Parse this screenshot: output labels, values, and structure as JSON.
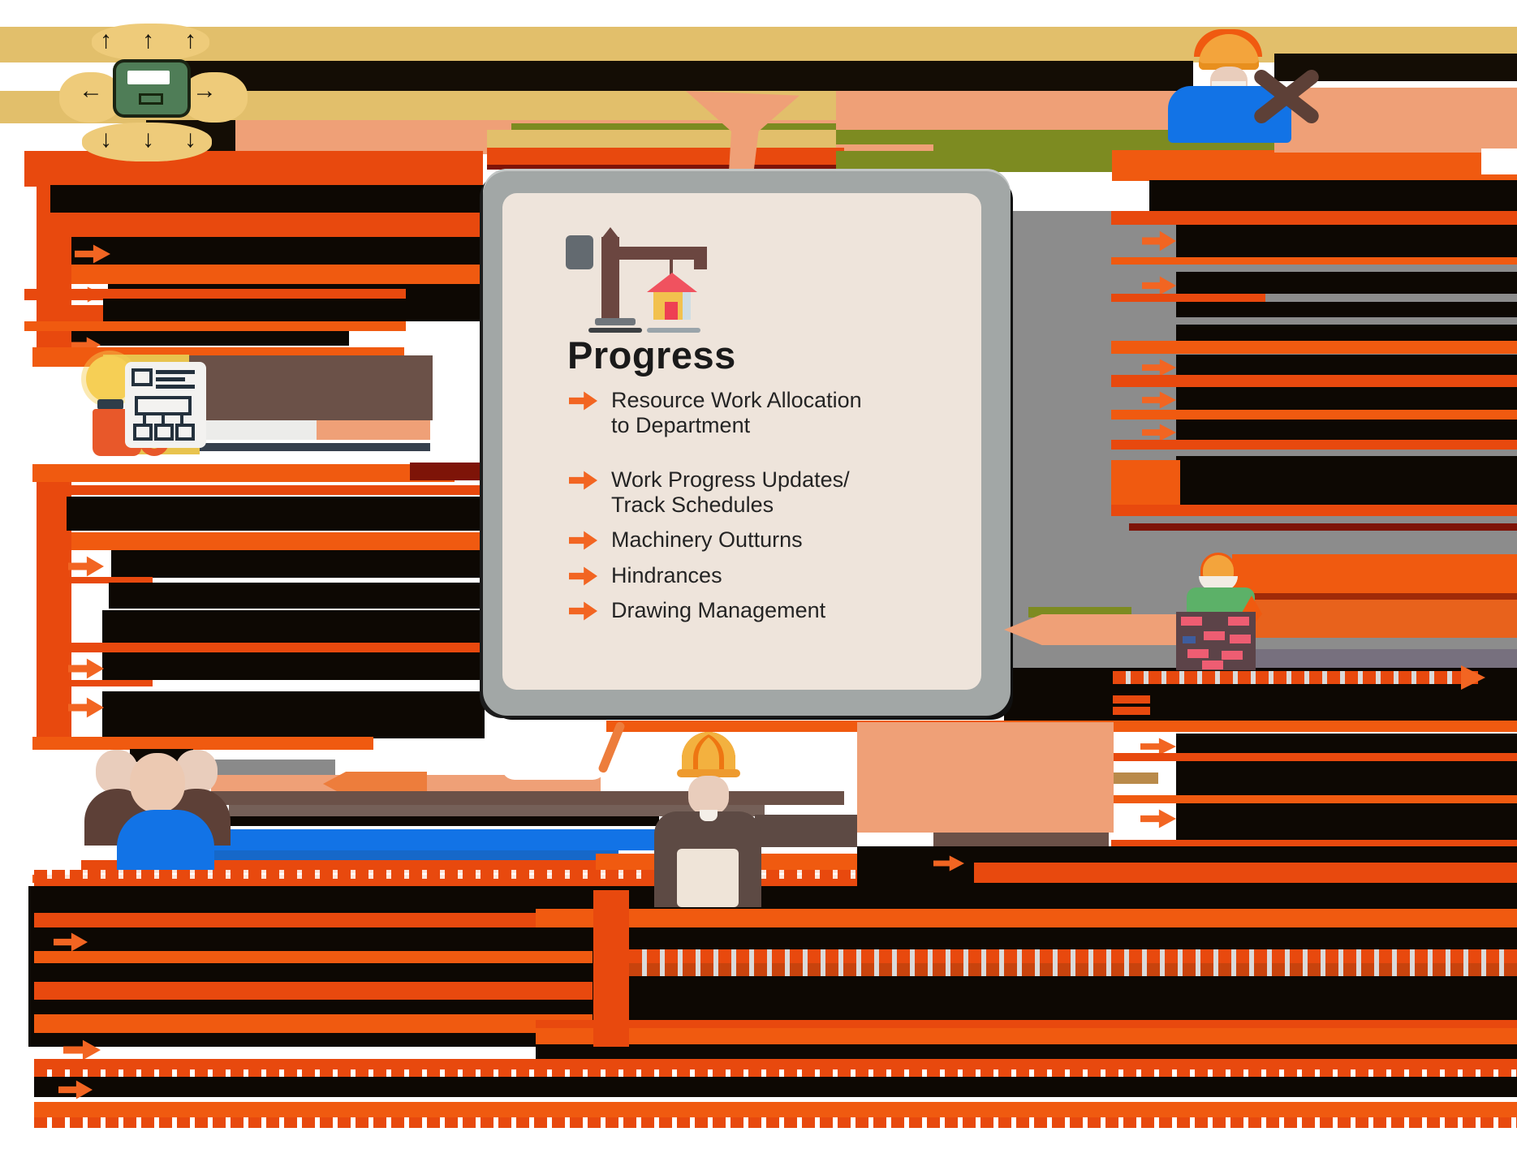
{
  "card": {
    "title": "Progress",
    "items": [
      {
        "label": "Resource Work Allocation\nto Department"
      },
      {
        "label": "Work Progress Updates/\nTrack Schedules"
      },
      {
        "label": "Machinery Outturns"
      },
      {
        "label": "Hindrances"
      },
      {
        "label": "Drawing Management"
      }
    ]
  },
  "icons": {
    "expand_arrows": {
      "up": "↑",
      "down": "↓",
      "left": "←",
      "right": "→"
    },
    "crane_house_icon": "tower-crane-lifting-house",
    "builder_icon": "worker-with-wrench",
    "idea_icon": "lightbulb-mug-flowchart-document",
    "team_icon": "three-people-group",
    "engineer_icon": "worker-with-clipboard",
    "mason_icon": "worker-on-brick-wall",
    "bullet_icon": "right-arrow"
  },
  "palette": {
    "orange": "#f05a10",
    "orange_deep": "#e8490e",
    "bullet": "#f26522",
    "ink_black": "#0d0803",
    "tan": "#e2bf6b",
    "salmon": "#efa077",
    "olive": "#7d8b21",
    "gray_panel": "#8c8c8c",
    "card_frame": "#a2a7a6",
    "card_bg": "#eee4db",
    "blue": "#1273e6",
    "taupe": "#6b5148",
    "dark_brown": "#5d4037",
    "skin": "#e9cdbc",
    "bulb_yellow": "#f6cf55",
    "green_box": "#4f7d57",
    "brick_wall": "#5c4348",
    "brick_pink": "#ee5d72",
    "green_shirt": "#5cb168",
    "navy": "#24313d",
    "blob_tan": "#eecb7a",
    "cream": "#efe4d8"
  },
  "decor": {
    "bars": [
      [
        0,
        33,
        1869,
        44,
        "#e2bf6b"
      ],
      [
        160,
        75,
        1310,
        37,
        "#140d05"
      ],
      [
        0,
        112,
        1869,
        40,
        "#e2bf6b"
      ],
      [
        270,
        148,
        1200,
        42,
        "#efa077"
      ],
      [
        630,
        152,
        850,
        26,
        "#7d8b21"
      ],
      [
        600,
        160,
        430,
        22,
        "#e2bf6b"
      ],
      [
        1150,
        165,
        420,
        28,
        "#7d8b21"
      ],
      [
        1030,
        112,
        440,
        48,
        "#efa077"
      ],
      [
        180,
        148,
        110,
        62,
        "#140d05"
      ],
      [
        30,
        186,
        565,
        44,
        "#e8490e"
      ],
      [
        600,
        182,
        440,
        27,
        "#e8490e"
      ],
      [
        600,
        203,
        440,
        6,
        "#7e1408"
      ],
      [
        1030,
        186,
        340,
        26,
        "#7d8b21"
      ],
      [
        1370,
        185,
        499,
        38,
        "#f05a10"
      ],
      [
        1570,
        108,
        299,
        80,
        "#efa077"
      ],
      [
        1570,
        66,
        299,
        34,
        "#140d05"
      ],
      [
        1825,
        183,
        44,
        32,
        "#ffffff"
      ],
      [
        45,
        190,
        43,
        262,
        "#e8490e"
      ],
      [
        62,
        228,
        535,
        34,
        "#0d0803"
      ],
      [
        88,
        262,
        509,
        30,
        "#e8490e"
      ],
      [
        88,
        292,
        509,
        34,
        "#0d0803"
      ],
      [
        92,
        300,
        44,
        26,
        "#f26522",
        "arrow"
      ],
      [
        88,
        326,
        509,
        24,
        "#f05a10"
      ],
      [
        133,
        350,
        464,
        26,
        "#0d0803"
      ],
      [
        88,
        352,
        38,
        22,
        "#f26522",
        "arrow"
      ],
      [
        88,
        376,
        509,
        20,
        "#e8490e"
      ],
      [
        88,
        396,
        342,
        30,
        "#0d0803"
      ],
      [
        88,
        414,
        36,
        22,
        "#f26522",
        "arrow"
      ],
      [
        40,
        428,
        458,
        24,
        "#f05a10"
      ],
      [
        30,
        356,
        470,
        14,
        "#e8490e"
      ],
      [
        127,
        368,
        470,
        28,
        "#0d0803"
      ],
      [
        30,
        396,
        470,
        12,
        "#f05a10"
      ],
      [
        233,
        438,
        300,
        80,
        "#6b5148"
      ],
      [
        127,
        437,
        106,
        13,
        "#e8c34e"
      ],
      [
        213,
        518,
        317,
        24,
        "#ececea"
      ],
      [
        390,
        518,
        140,
        24,
        "#efa077"
      ],
      [
        237,
        546,
        293,
        10,
        "#36404d"
      ],
      [
        170,
        540,
        76,
        20,
        "#e8c34e"
      ],
      [
        45,
        575,
        43,
        335,
        "#e8490e"
      ],
      [
        40,
        572,
        520,
        22,
        "#f05a10"
      ],
      [
        505,
        570,
        92,
        22,
        "#7e1408"
      ],
      [
        60,
        598,
        537,
        12,
        "#e8490e"
      ],
      [
        82,
        612,
        515,
        42,
        "#0d0803"
      ],
      [
        88,
        656,
        509,
        22,
        "#f05a10"
      ],
      [
        137,
        678,
        460,
        34,
        "#0d0803"
      ],
      [
        84,
        684,
        44,
        28,
        "#f26522",
        "arrow"
      ],
      [
        88,
        711,
        100,
        8,
        "#e8490e"
      ],
      [
        134,
        718,
        463,
        32,
        "#0d0803"
      ],
      [
        126,
        752,
        471,
        40,
        "#0d0803"
      ],
      [
        88,
        792,
        509,
        12,
        "#e8490e"
      ],
      [
        126,
        804,
        471,
        34,
        "#0d0803"
      ],
      [
        84,
        810,
        44,
        28,
        "#f26522",
        "arrow"
      ],
      [
        88,
        838,
        100,
        8,
        "#e8490e"
      ],
      [
        126,
        852,
        471,
        58,
        "#0d0803"
      ],
      [
        84,
        858,
        44,
        28,
        "#f26522",
        "arrow"
      ],
      [
        40,
        908,
        420,
        16,
        "#f05a10"
      ],
      [
        160,
        923,
        78,
        16,
        "#0d0803"
      ],
      [
        263,
        936,
        150,
        21,
        "#8a8a8a"
      ],
      [
        260,
        955,
        480,
        24,
        "#efa077"
      ],
      [
        398,
        951,
        128,
        30,
        "#ed7d3c",
        "pencil"
      ],
      [
        260,
        975,
        780,
        17,
        "#6b5148"
      ],
      [
        282,
        992,
        660,
        14,
        "#756058"
      ],
      [
        282,
        1006,
        530,
        12,
        "#0d0803"
      ],
      [
        240,
        1022,
        574,
        26,
        "#1273e6"
      ],
      [
        240,
        1048,
        522,
        14,
        "#1668c9"
      ],
      [
        100,
        1060,
        1080,
        16,
        "#e8490e"
      ],
      [
        40,
        1078,
        1140,
        10,
        "#f05a10"
      ],
      [
        1243,
        260,
        626,
        620,
        "#8c8c8c"
      ],
      [
        1416,
        222,
        453,
        38,
        "#0d0803"
      ],
      [
        1369,
        260,
        500,
        17,
        "#e8490e"
      ],
      [
        1449,
        277,
        420,
        40,
        "#0d0803"
      ],
      [
        1407,
        283,
        42,
        28,
        "#f26522",
        "arrow"
      ],
      [
        1369,
        317,
        500,
        9,
        "#f05a10"
      ],
      [
        1449,
        335,
        420,
        27,
        "#0d0803"
      ],
      [
        1407,
        339,
        42,
        26,
        "#f26522",
        "arrow"
      ],
      [
        1369,
        362,
        190,
        10,
        "#e8490e"
      ],
      [
        1449,
        372,
        420,
        19,
        "#0d0803"
      ],
      [
        1449,
        400,
        420,
        20,
        "#0d0803"
      ],
      [
        1369,
        420,
        500,
        16,
        "#f05a10"
      ],
      [
        1449,
        437,
        420,
        25,
        "#0d0803"
      ],
      [
        1407,
        441,
        42,
        24,
        "#f26522",
        "arrow"
      ],
      [
        1369,
        462,
        500,
        15,
        "#e8490e"
      ],
      [
        1449,
        477,
        420,
        28,
        "#0d0803"
      ],
      [
        1407,
        481,
        42,
        24,
        "#f26522",
        "arrow"
      ],
      [
        1369,
        505,
        500,
        12,
        "#f05a10"
      ],
      [
        1449,
        517,
        420,
        25,
        "#0d0803"
      ],
      [
        1407,
        521,
        42,
        24,
        "#f26522",
        "arrow"
      ],
      [
        1369,
        542,
        500,
        12,
        "#e8490e"
      ],
      [
        1449,
        562,
        420,
        30,
        "#0d0803"
      ],
      [
        1407,
        566,
        42,
        26,
        "#f26522",
        "arrow"
      ],
      [
        1369,
        592,
        500,
        10,
        "#f05a10"
      ],
      [
        1369,
        567,
        85,
        57,
        "#f05a10"
      ],
      [
        1454,
        577,
        415,
        58,
        "#0d0803"
      ],
      [
        1369,
        622,
        500,
        14,
        "#e8490e"
      ],
      [
        1391,
        645,
        478,
        9,
        "#7e1408"
      ],
      [
        1518,
        683,
        351,
        48,
        "#f05a10"
      ],
      [
        1518,
        731,
        351,
        8,
        "#a02a08"
      ],
      [
        1518,
        739,
        351,
        47,
        "#e8621c"
      ],
      [
        1545,
        800,
        324,
        32,
        "#77707e"
      ],
      [
        1545,
        832,
        324,
        46,
        "#5f4a42"
      ],
      [
        1267,
        748,
        127,
        13,
        "#7d8b21"
      ],
      [
        1237,
        823,
        632,
        65,
        "#0d0803"
      ],
      [
        1371,
        827,
        450,
        16,
        "#e8490e",
        "dashed"
      ],
      [
        1800,
        820,
        30,
        30,
        "#f26522",
        "tri"
      ],
      [
        1371,
        857,
        46,
        10,
        "#e8490e"
      ],
      [
        1371,
        871,
        46,
        10,
        "#e8490e"
      ],
      [
        747,
        888,
        1122,
        14,
        "#f05a10"
      ],
      [
        1449,
        904,
        420,
        24,
        "#0d0803"
      ],
      [
        1405,
        908,
        44,
        24,
        "#f26522",
        "arrow"
      ],
      [
        1369,
        928,
        500,
        10,
        "#e8490e"
      ],
      [
        1449,
        938,
        420,
        42,
        "#0d0803"
      ],
      [
        1371,
        952,
        56,
        14,
        "#b98a4a"
      ],
      [
        1369,
        980,
        500,
        10,
        "#f05a10"
      ],
      [
        1449,
        990,
        420,
        45,
        "#0d0803"
      ],
      [
        1405,
        996,
        44,
        26,
        "#f26522",
        "arrow"
      ],
      [
        1369,
        1035,
        500,
        22,
        "#e8490e"
      ],
      [
        1056,
        890,
        316,
        136,
        "#efa077"
      ],
      [
        1150,
        1026,
        216,
        18,
        "#6b5148"
      ],
      [
        930,
        1004,
        126,
        40,
        "#5d4a44"
      ],
      [
        734,
        1052,
        448,
        20,
        "#f05a10"
      ],
      [
        1178,
        1044,
        30,
        34,
        "#f26522",
        "tri"
      ],
      [
        42,
        1072,
        1827,
        11,
        "#e8490e",
        "dashed"
      ],
      [
        42,
        1083,
        1827,
        9,
        "#e8490e"
      ],
      [
        1056,
        1043,
        813,
        49,
        "#0d0803"
      ],
      [
        1150,
        1053,
        38,
        22,
        "#f26522",
        "arrow"
      ],
      [
        1200,
        1063,
        669,
        25,
        "#e8490e"
      ],
      [
        35,
        1092,
        1834,
        198,
        "#0d0803"
      ],
      [
        42,
        1125,
        688,
        18,
        "#e8490e"
      ],
      [
        66,
        1148,
        42,
        26,
        "#f26522",
        "arrow"
      ],
      [
        42,
        1172,
        688,
        15,
        "#f05a10"
      ],
      [
        42,
        1210,
        688,
        22,
        "#e8490e"
      ],
      [
        42,
        1250,
        688,
        23,
        "#f05a10"
      ],
      [
        660,
        1120,
        1209,
        23,
        "#f05a10"
      ],
      [
        775,
        1170,
        1094,
        17,
        "#e8490e",
        "dashed"
      ],
      [
        775,
        1187,
        1094,
        16,
        "#c8430d",
        "dashed"
      ],
      [
        660,
        1257,
        1209,
        10,
        "#e8490e"
      ],
      [
        660,
        1267,
        1209,
        20,
        "#f05a10"
      ],
      [
        660,
        1287,
        1209,
        18,
        "#0d0803"
      ],
      [
        731,
        1097,
        44,
        193,
        "#e8490e"
      ],
      [
        78,
        1280,
        46,
        28,
        "#f26522",
        "arrow"
      ],
      [
        42,
        1305,
        1827,
        13,
        "#e8490e"
      ],
      [
        42,
        1318,
        1827,
        9,
        "#e8490e",
        "dashed"
      ],
      [
        42,
        1327,
        1827,
        25,
        "#0d0803"
      ],
      [
        72,
        1330,
        42,
        26,
        "#f26522",
        "arrow"
      ],
      [
        42,
        1358,
        1827,
        19,
        "#f05a10"
      ],
      [
        42,
        1377,
        1827,
        13,
        "#e8490e",
        "dashed"
      ]
    ],
    "overlay_bars": [
      [
        1237,
        757,
        212,
        38,
        "#efa077",
        "pencil"
      ]
    ]
  }
}
